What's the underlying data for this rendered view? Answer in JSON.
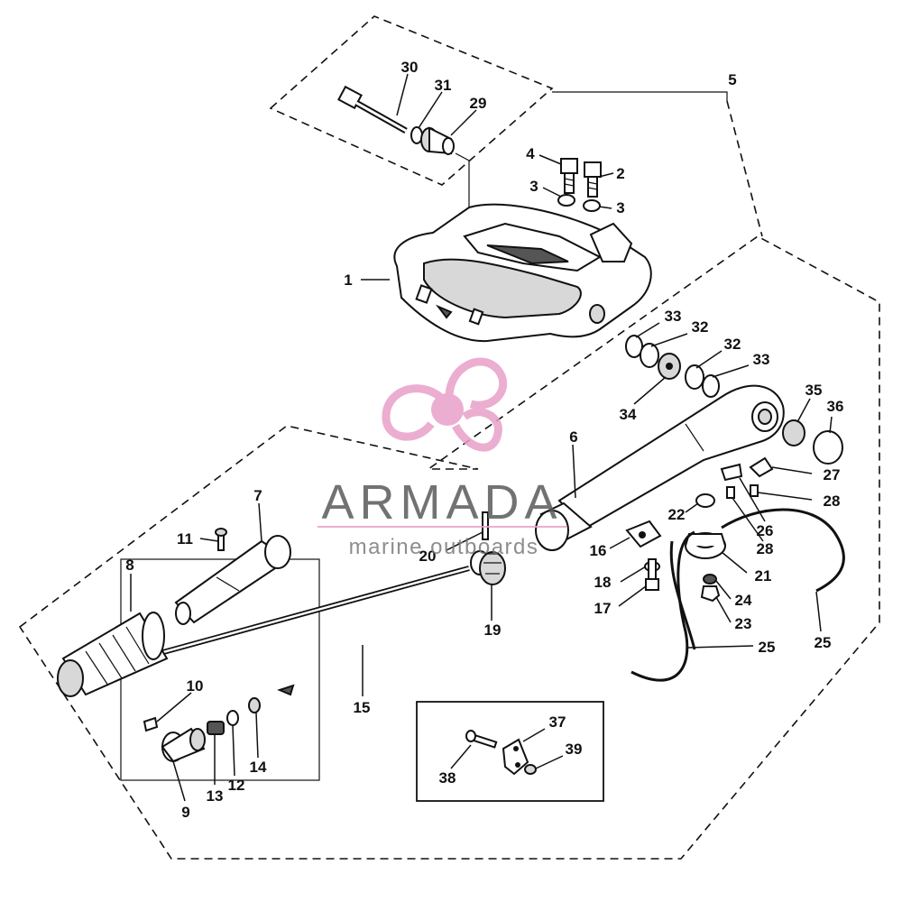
{
  "watermark": {
    "brand": "ARMADA",
    "tagline": "marine outboards",
    "brand_color": "#5a5a5a",
    "tagline_color": "#7a7a7a",
    "accent_color": "#e8a0c8"
  },
  "callouts": [
    {
      "label": "1"
    },
    {
      "label": "2"
    },
    {
      "label": "3"
    },
    {
      "label": "3"
    },
    {
      "label": "4"
    },
    {
      "label": "5"
    },
    {
      "label": "6"
    },
    {
      "label": "7"
    },
    {
      "label": "8"
    },
    {
      "label": "9"
    },
    {
      "label": "10"
    },
    {
      "label": "11"
    },
    {
      "label": "12"
    },
    {
      "label": "13"
    },
    {
      "label": "14"
    },
    {
      "label": "15"
    },
    {
      "label": "16"
    },
    {
      "label": "17"
    },
    {
      "label": "18"
    },
    {
      "label": "19"
    },
    {
      "label": "20"
    },
    {
      "label": "21"
    },
    {
      "label": "22"
    },
    {
      "label": "23"
    },
    {
      "label": "24"
    },
    {
      "label": "25"
    },
    {
      "label": "25"
    },
    {
      "label": "26"
    },
    {
      "label": "27"
    },
    {
      "label": "28"
    },
    {
      "label": "28"
    },
    {
      "label": "29"
    },
    {
      "label": "30"
    },
    {
      "label": "31"
    },
    {
      "label": "32"
    },
    {
      "label": "32"
    },
    {
      "label": "33"
    },
    {
      "label": "33"
    },
    {
      "label": "34"
    },
    {
      "label": "35"
    },
    {
      "label": "36"
    },
    {
      "label": "37"
    },
    {
      "label": "38"
    },
    {
      "label": "39"
    }
  ]
}
